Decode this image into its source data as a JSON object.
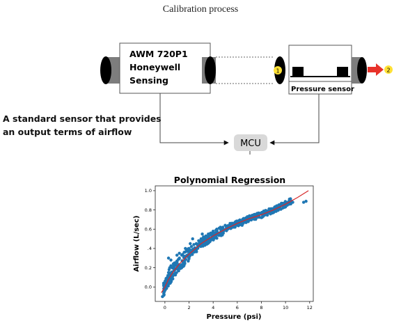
{
  "title": "Calibration process",
  "reference_sensor": {
    "line1": "AWM 720P1",
    "line2": "Honeywell",
    "line3": "Sensing"
  },
  "pressure_sensor_label": "Pressure sensor",
  "mcu_label": "MCU",
  "markers": [
    "1",
    "2"
  ],
  "description": {
    "line1": "A standard sensor that provides",
    "line2": "an output terms of airflow"
  },
  "colors": {
    "data_points": "#1f77b4",
    "fit_line": "#d62728",
    "marker_fill": "#ffe135",
    "flow_arrow": "#e8322a"
  },
  "chart_data": {
    "type": "scatter",
    "title": "Polynomial Regression",
    "xlabel": "Pressure (psi)",
    "ylabel": "Airflow (L/sec)",
    "xlim": [
      -0.8,
      12.3
    ],
    "ylim": [
      -0.15,
      1.05
    ],
    "xticks": [
      0,
      2,
      4,
      6,
      8,
      10,
      12
    ],
    "yticks": [
      0.0,
      0.2,
      0.4,
      0.6,
      0.8,
      1.0
    ],
    "ytick_labels": [
      "0.0",
      "0.2",
      ".4",
      "0.6",
      "0.8",
      "1.0"
    ],
    "grid": false,
    "series": [
      {
        "type": "scatter",
        "x": [
          -0.2,
          -0.1,
          0.0,
          0.05,
          0.1,
          0.15,
          0.2,
          0.25,
          0.3,
          0.35,
          0.4,
          0.5,
          0.6,
          0.7,
          0.8,
          1.0,
          1.2,
          1.4,
          1.6,
          1.8,
          2.0,
          2.2,
          2.4,
          2.6,
          2.8,
          3.0,
          3.2,
          3.4,
          3.6,
          3.8,
          4.0,
          4.3,
          4.6,
          5.0,
          5.4,
          5.8,
          6.2,
          6.6,
          7.0,
          7.5,
          8.0,
          8.5,
          9.0,
          9.5,
          10.0,
          10.3,
          10.6,
          11.5,
          11.7,
          0.3,
          0.5,
          0.8,
          1.2,
          1.5,
          2.3,
          2.9,
          3.5,
          4.2,
          4.8,
          5.5,
          6.4,
          7.2,
          8.2,
          9.2,
          0.6,
          1.0,
          1.7,
          2.1,
          2.6,
          3.1,
          3.9,
          4.5,
          5.2,
          6.0,
          6.8,
          7.8,
          8.8,
          9.8
        ],
        "y": [
          -0.1,
          -0.05,
          0.0,
          0.02,
          0.05,
          0.08,
          0.1,
          0.12,
          0.15,
          0.18,
          0.2,
          0.22,
          0.2,
          0.24,
          0.25,
          0.27,
          0.3,
          0.33,
          0.36,
          0.38,
          0.4,
          0.42,
          0.44,
          0.45,
          0.48,
          0.5,
          0.52,
          0.53,
          0.55,
          0.56,
          0.58,
          0.6,
          0.62,
          0.64,
          0.66,
          0.67,
          0.69,
          0.7,
          0.72,
          0.74,
          0.76,
          0.78,
          0.8,
          0.82,
          0.84,
          0.86,
          0.88,
          0.88,
          0.89,
          0.3,
          0.28,
          0.18,
          0.35,
          0.26,
          0.5,
          0.43,
          0.46,
          0.55,
          0.62,
          0.66,
          0.64,
          0.74,
          0.75,
          0.8,
          0.1,
          0.33,
          0.4,
          0.45,
          0.38,
          0.55,
          0.52,
          0.61,
          0.6,
          0.68,
          0.71,
          0.73,
          0.78,
          0.83
        ]
      },
      {
        "type": "line",
        "x": [
          -0.3,
          0.0,
          0.3,
          0.7,
          1.2,
          2.0,
          3.0,
          4.0,
          5.0,
          6.0,
          7.0,
          8.0,
          9.0,
          10.0,
          11.0,
          11.9
        ],
        "y": [
          -0.06,
          0.0,
          0.08,
          0.16,
          0.24,
          0.34,
          0.45,
          0.53,
          0.6,
          0.66,
          0.71,
          0.75,
          0.8,
          0.86,
          0.93,
          1.0
        ]
      }
    ]
  }
}
